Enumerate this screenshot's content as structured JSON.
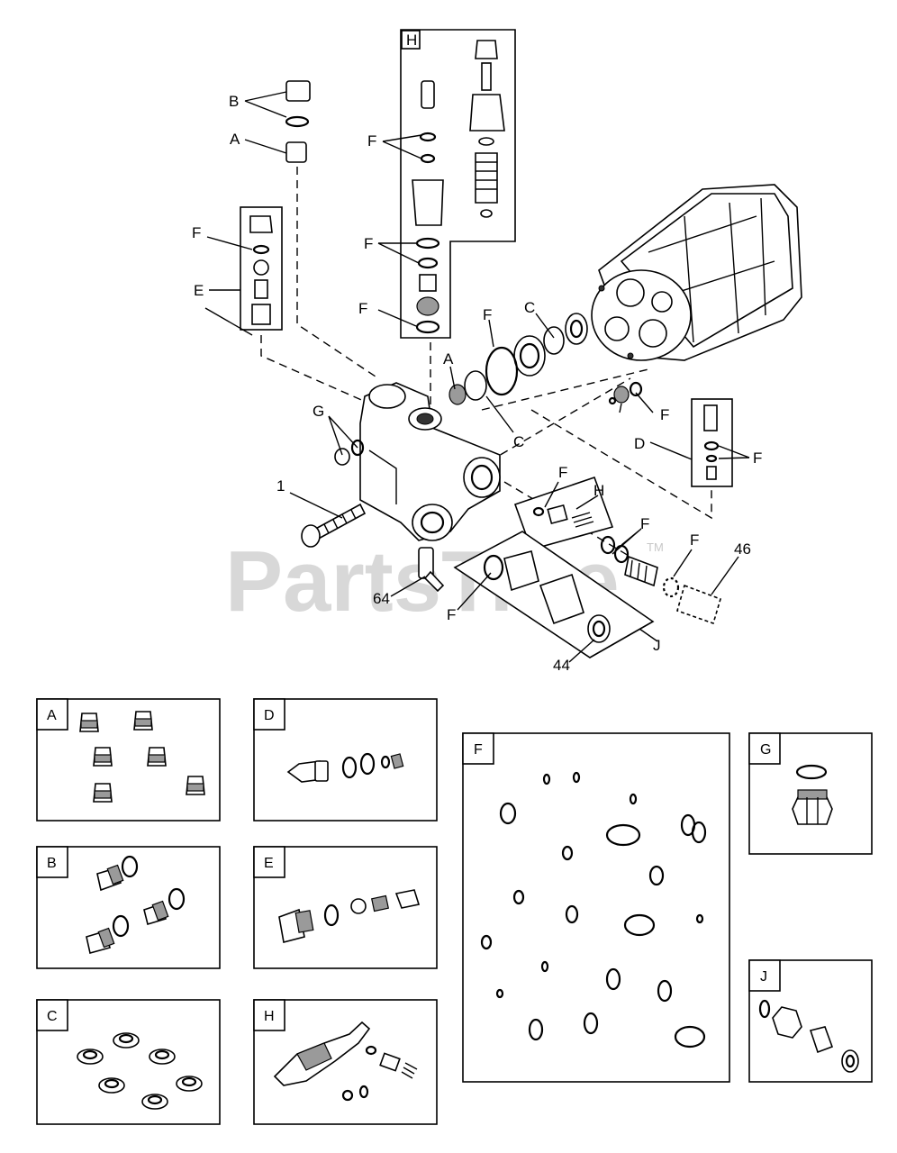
{
  "callouts": {
    "A": "A",
    "B": "B",
    "C": "C",
    "D": "D",
    "E": "E",
    "F": "F",
    "G": "G",
    "H": "H",
    "J": "J",
    "n1": "1",
    "n44": "44",
    "n46": "46",
    "n64": "64"
  },
  "watermark": {
    "text": "PartsTree",
    "tm": "TM"
  },
  "kits": {
    "A": "A",
    "B": "B",
    "C": "C",
    "D": "D",
    "E": "E",
    "F": "F",
    "G": "G",
    "H": "H",
    "J": "J"
  }
}
